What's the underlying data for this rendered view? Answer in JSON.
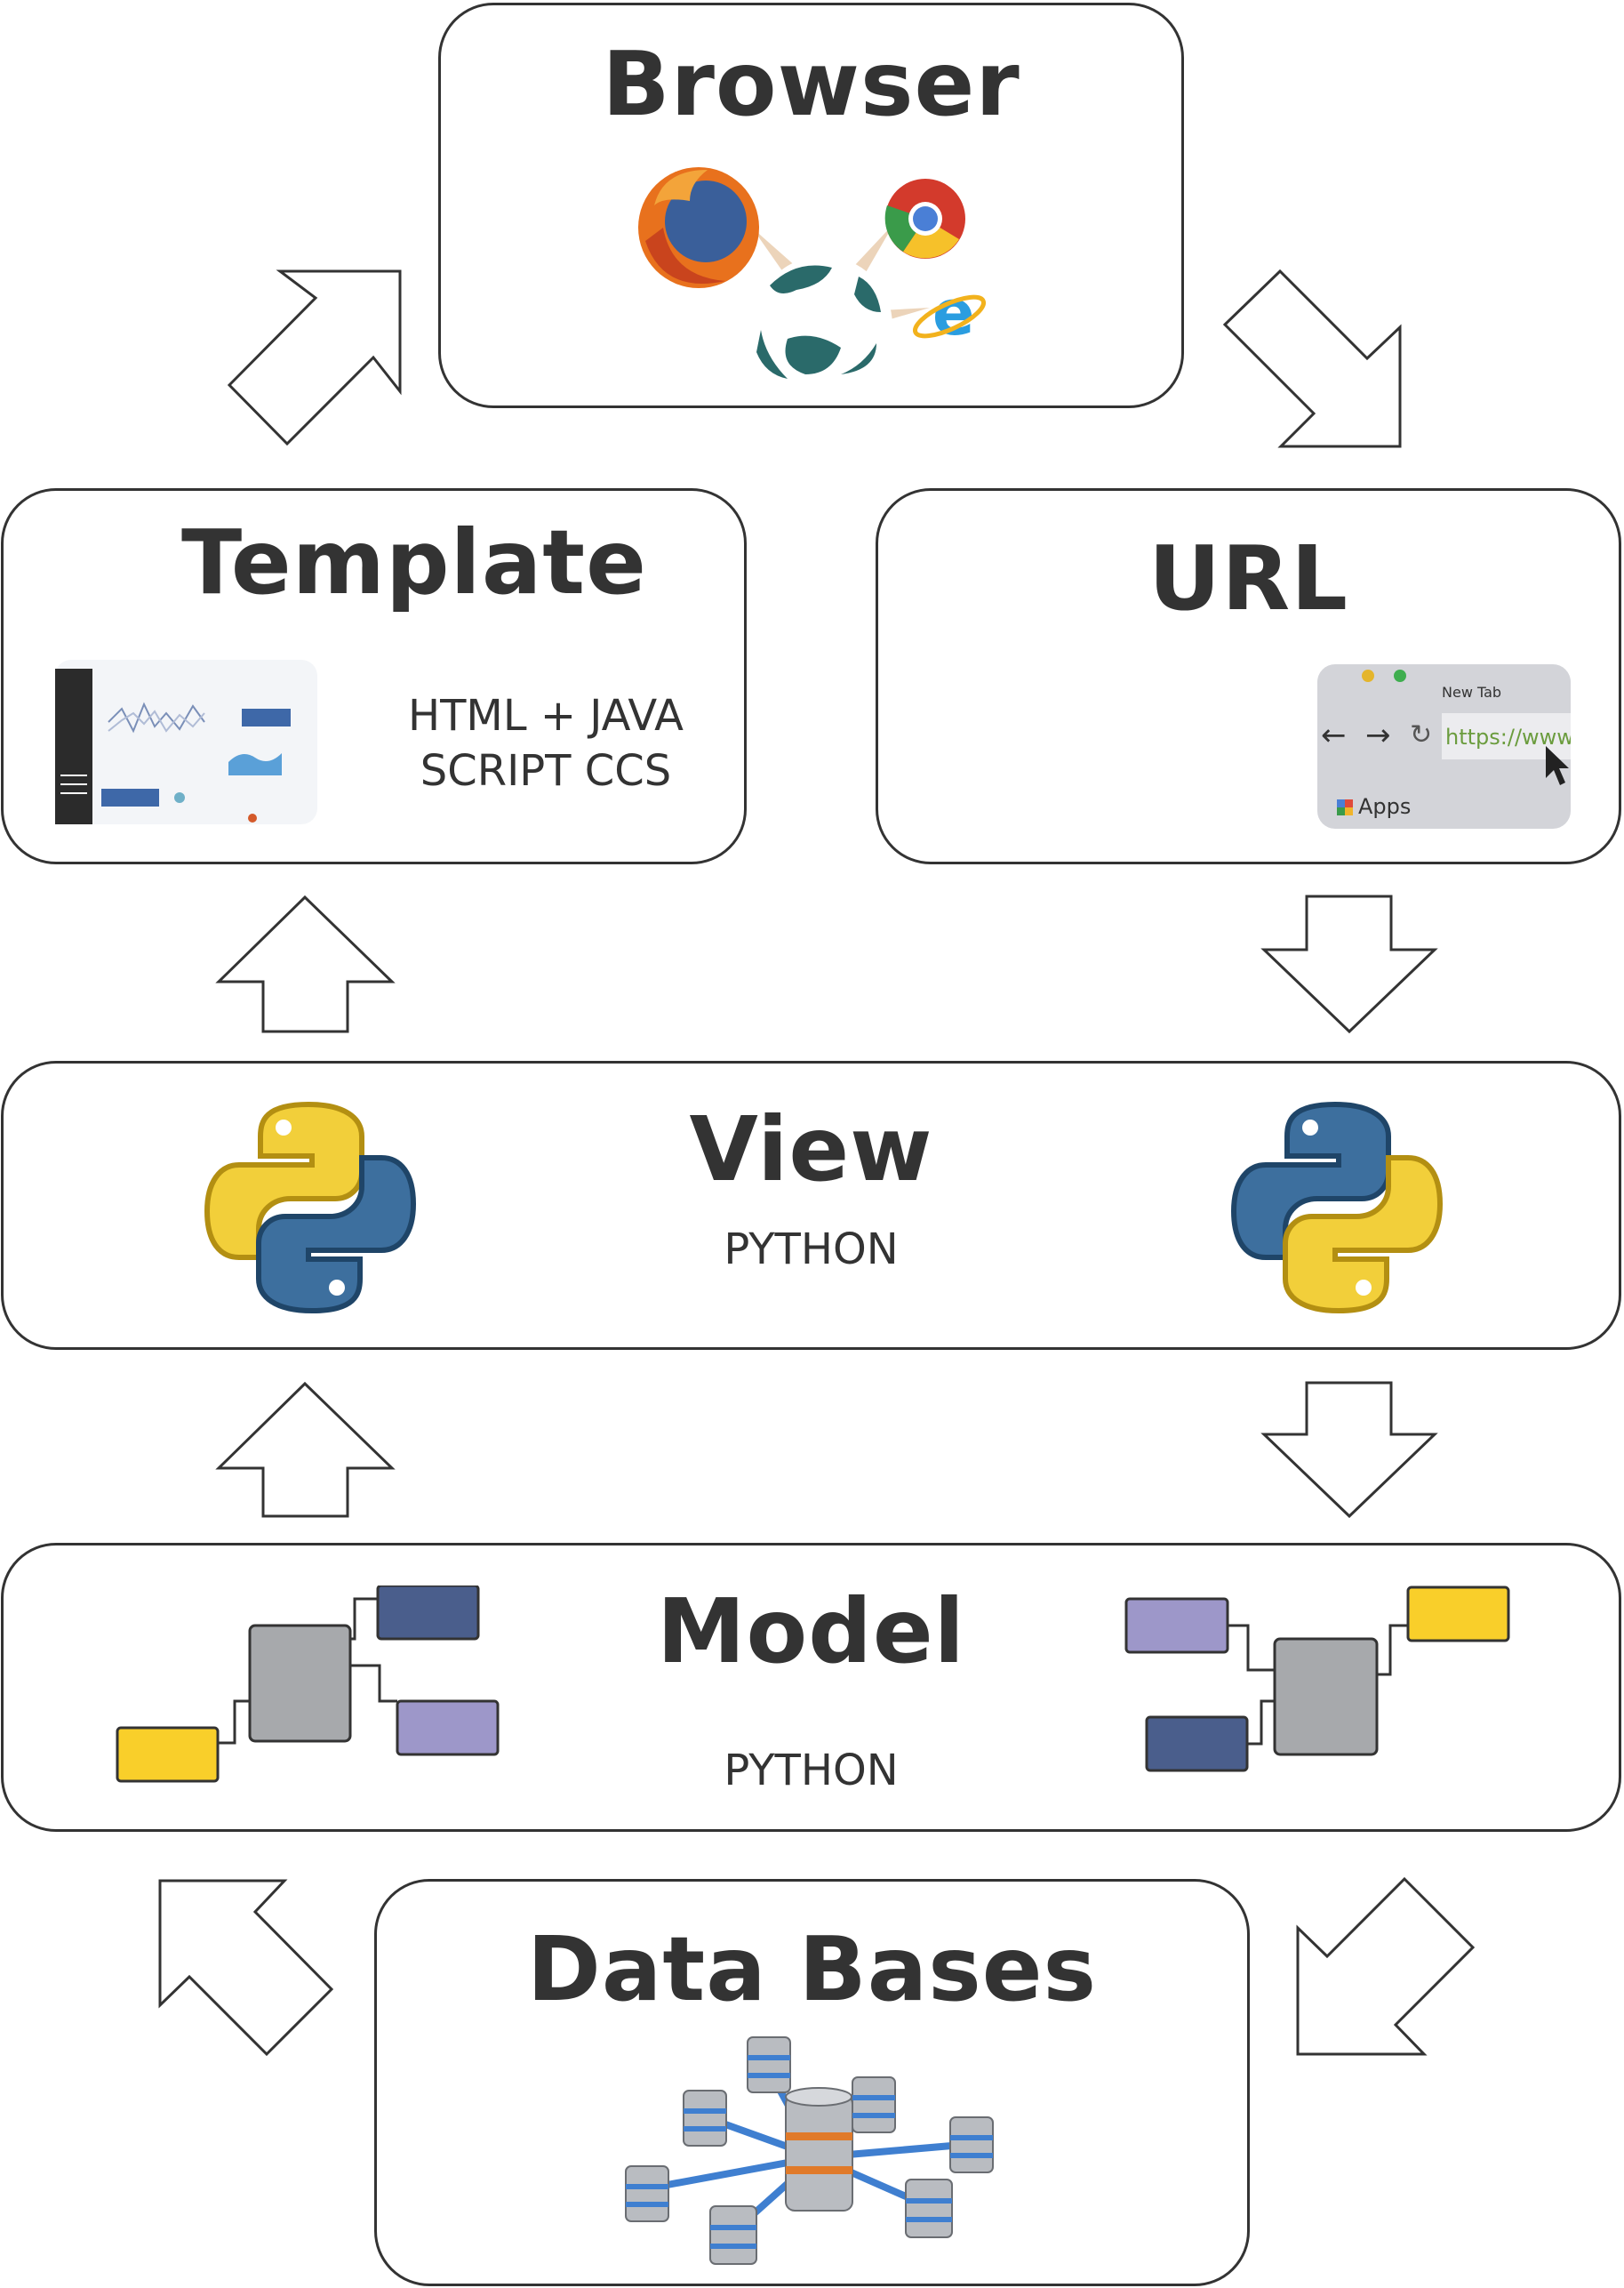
{
  "browser": {
    "title": "Browser"
  },
  "template": {
    "title": "Template",
    "tech_line1": "HTML + JAVA",
    "tech_line2": "SCRIPT CCS"
  },
  "url": {
    "title": "URL",
    "tab_label": "New Tab",
    "address": "https://www.",
    "apps_label": "Apps"
  },
  "view": {
    "title": "View",
    "language": "PYTHON"
  },
  "model": {
    "title": "Model",
    "language": "PYTHON"
  },
  "databases": {
    "title": "Data Bases"
  },
  "colors": {
    "outline": "#333333",
    "python_blue": "#3d6f9e",
    "python_yellow": "#f2cf3a",
    "block_gray": "#a7a9ac",
    "block_navy": "#4a5e8c",
    "block_lavender": "#9d97c9",
    "block_yellow": "#f9cf2a"
  },
  "icons": [
    "firefox-icon",
    "chrome-icon",
    "internet-explorer-icon",
    "globe-icon",
    "python-logo-icon",
    "database-server-icon",
    "mouse-cursor-icon"
  ]
}
